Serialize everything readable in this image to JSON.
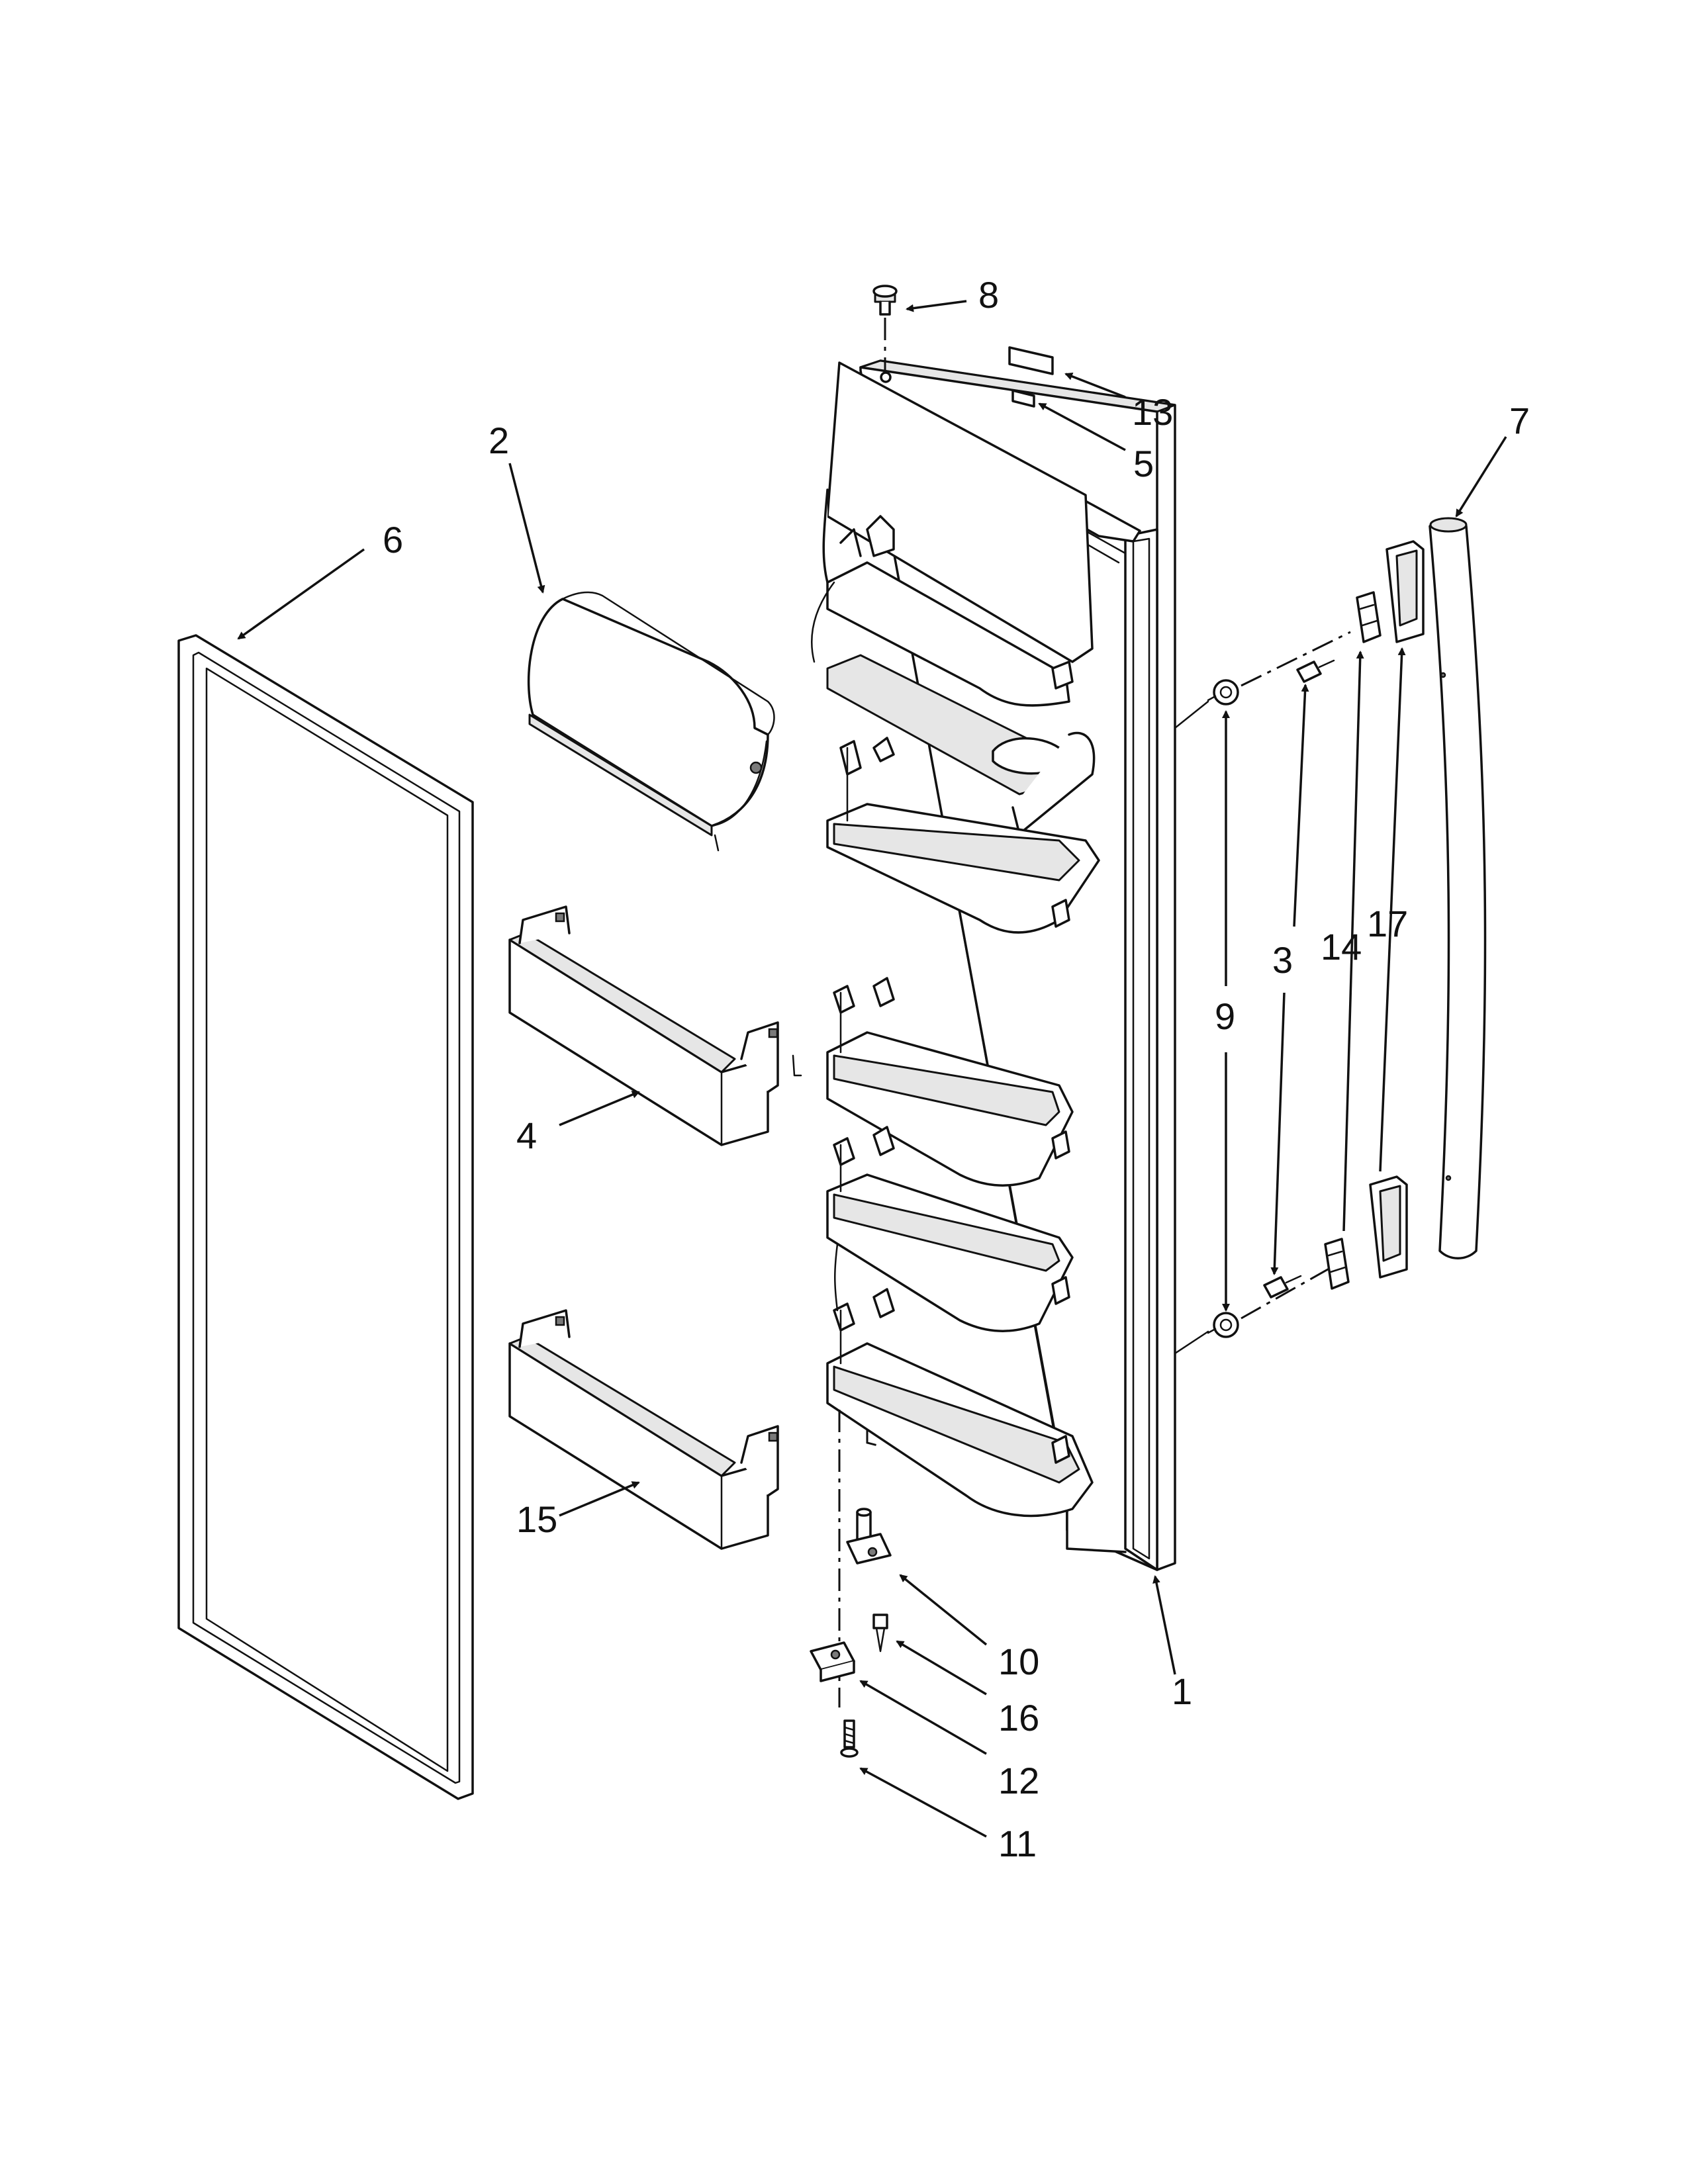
{
  "diagram": {
    "type": "exploded-parts-view",
    "callouts": [
      {
        "id": "c8",
        "label": "8"
      },
      {
        "id": "c13",
        "label": "13"
      },
      {
        "id": "c5",
        "label": "5"
      },
      {
        "id": "c2",
        "label": "2"
      },
      {
        "id": "c6",
        "label": "6"
      },
      {
        "id": "c7",
        "label": "7"
      },
      {
        "id": "c14",
        "label": "14"
      },
      {
        "id": "c17",
        "label": "17"
      },
      {
        "id": "c9",
        "label": "9"
      },
      {
        "id": "c3",
        "label": "3"
      },
      {
        "id": "c4",
        "label": "4"
      },
      {
        "id": "c15",
        "label": "15"
      },
      {
        "id": "c10",
        "label": "10"
      },
      {
        "id": "c16",
        "label": "16"
      },
      {
        "id": "c1",
        "label": "1"
      },
      {
        "id": "c12",
        "label": "12"
      },
      {
        "id": "c11",
        "label": "11"
      }
    ]
  }
}
